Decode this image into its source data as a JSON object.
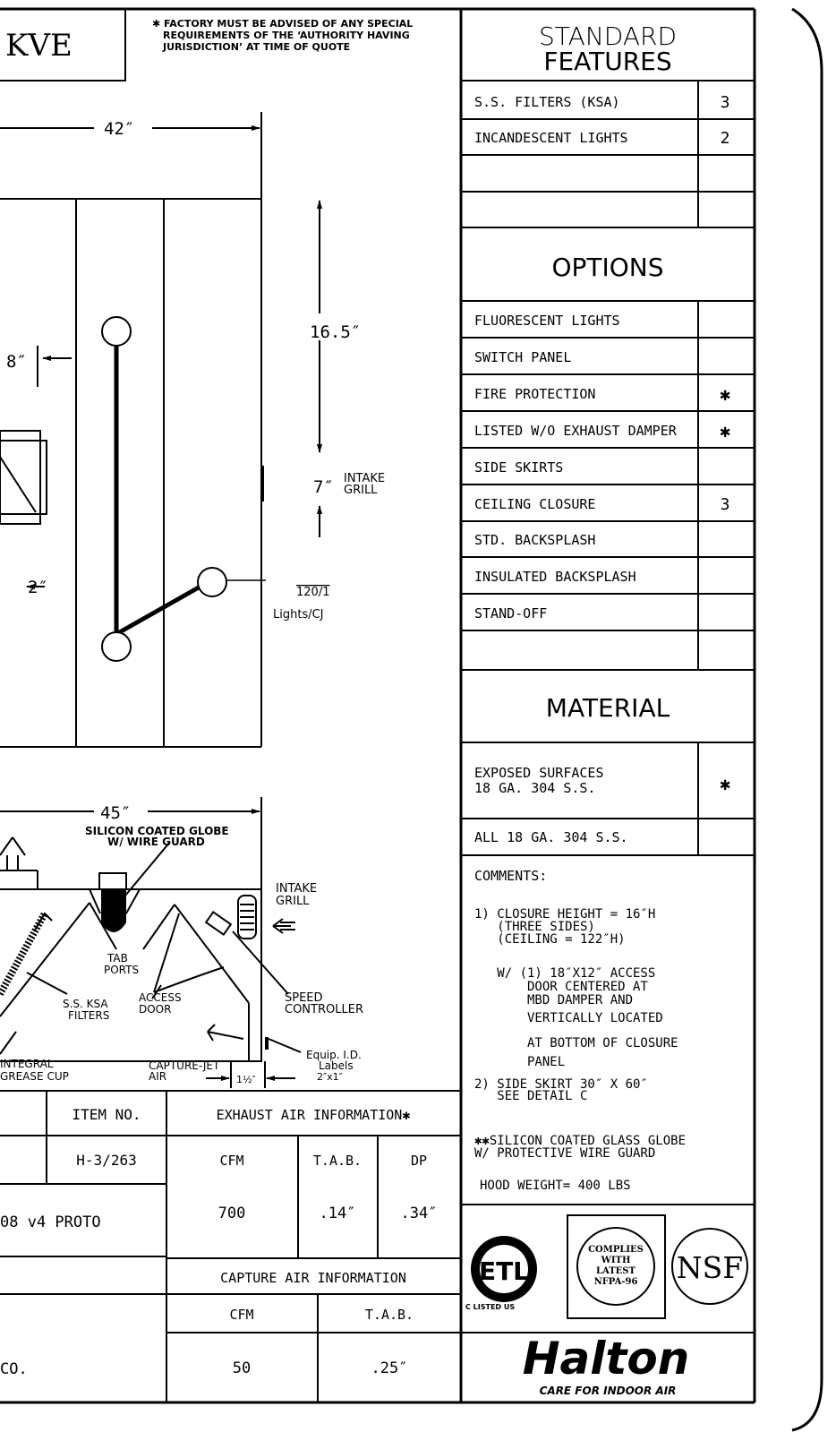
{
  "title_fragment": "KVE",
  "factory_note": [
    "✱ FACTORY MUST BE ADVISED OF ANY SPECIAL",
    "REQUIREMENTS OF THE ‘AUTHORITY HAVING",
    "JURISDICTION’ AT TIME OF QUOTE"
  ],
  "dims": {
    "width_top": "42″",
    "height": "16.5″",
    "intake_gap": "7″",
    "intake_label": [
      "INTAKE",
      "GRILL"
    ],
    "left_offset": "8″",
    "left_offset2": "2″",
    "power": "120/1",
    "power_label": "Lights/CJ",
    "width_section": "45″",
    "capture_jet_dim": "1½″"
  },
  "section_labels": {
    "globe": [
      "SILICON COATED GLOBE",
      "W/ WIRE GUARD"
    ],
    "intake": [
      "INTAKE",
      "GRILL"
    ],
    "tab_ports": [
      "TAB",
      "PORTS"
    ],
    "filters": [
      "S.S. KSA",
      "FILTERS"
    ],
    "access": [
      "ACCESS",
      "DOOR"
    ],
    "speed": [
      "SPEED",
      "CONTROLLER"
    ],
    "grease": [
      "INTEGRAL",
      "GREASE CUP"
    ],
    "capture": [
      "CAPTURE-JET",
      "AIR"
    ],
    "equip": [
      "Equip. I.D.",
      "Labels",
      "2″x1″"
    ]
  },
  "standard_features": {
    "heading": [
      "STANDARD",
      "FEATURES"
    ],
    "rows": [
      {
        "label": "S.S. FILTERS (KSA)",
        "value": "3"
      },
      {
        "label": "INCANDESCENT LIGHTS",
        "value": "2"
      },
      {
        "label": "",
        "value": ""
      },
      {
        "label": "",
        "value": ""
      }
    ]
  },
  "options": {
    "heading": "OPTIONS",
    "rows": [
      {
        "label": "FLUORESCENT LIGHTS",
        "value": ""
      },
      {
        "label": "SWITCH PANEL",
        "value": ""
      },
      {
        "label": "FIRE PROTECTION",
        "value": "✱"
      },
      {
        "label": "LISTED W/O EXHAUST DAMPER",
        "value": "✱"
      },
      {
        "label": "SIDE SKIRTS",
        "value": ""
      },
      {
        "label": "CEILING CLOSURE",
        "value": "3"
      },
      {
        "label": "STD. BACKSPLASH",
        "value": ""
      },
      {
        "label": "INSULATED BACKSPLASH",
        "value": ""
      },
      {
        "label": "STAND-OFF",
        "value": ""
      },
      {
        "label": "",
        "value": ""
      }
    ]
  },
  "material": {
    "heading": "MATERIAL",
    "rows": [
      {
        "label": [
          "EXPOSED SURFACES",
          "18 GA. 304 S.S."
        ],
        "value": "✱"
      },
      {
        "label": [
          "ALL 18 GA. 304 S.S."
        ],
        "value": ""
      }
    ]
  },
  "comments": {
    "heading": "COMMENTS:",
    "lines": [
      "1) CLOSURE HEIGHT = 16″H",
      "   (THREE SIDES)",
      "   (CEILING = 122″H)",
      "   W/ (1) 18″X12″ ACCESS",
      "       DOOR CENTERED AT",
      "       MBD DAMPER AND",
      "       VERTICALLY LOCATED",
      "       AT BOTTOM OF CLOSURE",
      "       PANEL",
      "2) SIDE SKIRT 30″ X 60″",
      "   SEE DETAIL C"
    ],
    "globe_note": [
      "✱✱SILICON COATED GLASS GLOBE",
      "W/ PROTECTIVE WIRE GUARD"
    ],
    "weight": "HOOD WEIGHT= 400 LBS"
  },
  "cert": {
    "etl": "ETL",
    "etl_sub": "C  LISTED  US",
    "nfpa": [
      "COMPLIES",
      "WITH",
      "LATEST",
      "NFPA-96"
    ],
    "nsf": "NSF"
  },
  "brand": {
    "name": "Halton",
    "tagline": "CARE FOR INDOOR AIR"
  },
  "bottom": {
    "item_header": "ITEM NO.",
    "item_value": "H-3/263",
    "model_fragment": "08 v4 PROTO",
    "company_fragment": "CO.",
    "exhaust_header": "EXHAUST AIR INFORMATION✱",
    "exhaust_cols": [
      "CFM",
      "T.A.B.",
      "DP"
    ],
    "exhaust_vals": [
      "700",
      ".14″",
      ".34″"
    ],
    "capture_header": "CAPTURE AIR INFORMATION",
    "capture_cols": [
      "CFM",
      "T.A.B."
    ],
    "capture_vals": [
      "50",
      ".25″"
    ]
  }
}
